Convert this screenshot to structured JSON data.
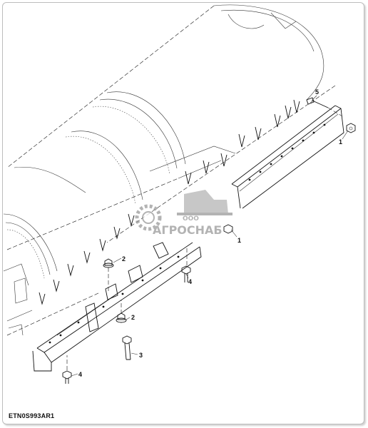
{
  "figure": {
    "reference_code": "ETN0S993AR1",
    "callouts": [
      {
        "id": "c5",
        "label": "5"
      },
      {
        "id": "c1a",
        "label": "1"
      },
      {
        "id": "c1b",
        "label": "1"
      },
      {
        "id": "c2a",
        "label": "2"
      },
      {
        "id": "c4a",
        "label": "4"
      },
      {
        "id": "c2b",
        "label": "2"
      },
      {
        "id": "c3",
        "label": "3"
      },
      {
        "id": "c4b",
        "label": "4"
      }
    ]
  },
  "watermark": {
    "prefix": "ООО",
    "brand": "АГРОСНАБ",
    "color": "#9a9a9a"
  }
}
